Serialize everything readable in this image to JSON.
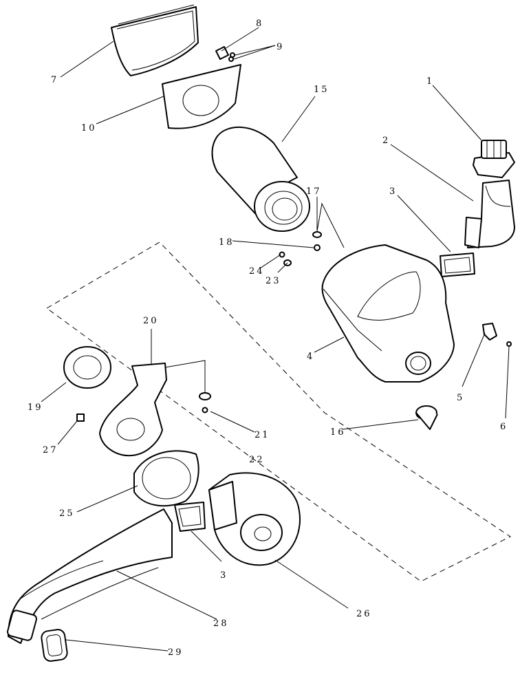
{
  "callouts": {
    "c1": "1",
    "c2": "2",
    "c3a": "3",
    "c3b": "3",
    "c4": "4",
    "c5": "5",
    "c6": "6",
    "c7": "7",
    "c8": "8",
    "c9": "9",
    "c10": "10",
    "c15": "15",
    "c16": "16",
    "c17": "17",
    "c18": "18",
    "c19": "19",
    "c20": "20",
    "c21": "21",
    "c22": "22",
    "c23": "23",
    "c24": "24",
    "c25": "25",
    "c26": "26",
    "c27": "27",
    "c28": "28",
    "c29": "29"
  }
}
